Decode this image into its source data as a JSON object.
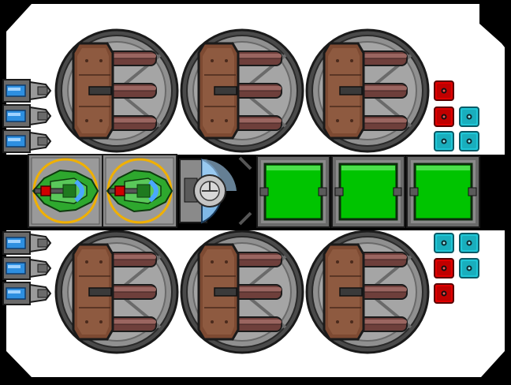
{
  "scene": {
    "type": "ship-builder-blueprint",
    "modules": {
      "turret_count": 6,
      "hangar_count": 2,
      "reactor_count": 1,
      "cargo_bay_count": 3,
      "thruster_count": 6,
      "light_count": 10
    },
    "colors": {
      "background": "#000000",
      "hull": "#ffffff",
      "metal_dark": "#3a3a3a",
      "metal_mid": "#8a8a8a",
      "metal_light": "#b5b5b5",
      "turret_base": "#7d4a32",
      "barrel": "#7a4a44",
      "cargo_green": "#00c400",
      "reactor_blue": "#7fb8e6",
      "fighter_green": "#2ea82e",
      "hangar_ring": "#f0b000",
      "thruster_blue": "#2e8fe0",
      "light_red": "#e00000",
      "light_cyan": "#1fc6d6"
    },
    "icons": {
      "turret": "triple-barrel-turret-icon",
      "hangar": "fighter-hangar-icon",
      "reactor": "reactor-core-icon",
      "cargo": "cargo-bay-icon",
      "thruster": "thruster-icon",
      "light_red": "red-light-icon",
      "light_cyan": "cyan-light-icon"
    }
  }
}
